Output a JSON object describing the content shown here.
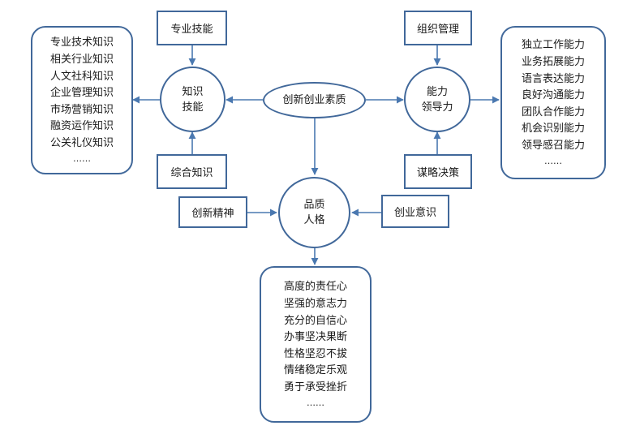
{
  "center": {
    "label": "创新创业素质"
  },
  "knowledge_skill": {
    "line1": "知识",
    "line2": "技能"
  },
  "leadership": {
    "line1": "能力",
    "line2": "领导力"
  },
  "quality": {
    "line1": "品质",
    "line2": "人格"
  },
  "inputs": {
    "professional_skill": "专业技能",
    "comprehensive_knowledge": "综合知识",
    "org_management": "组织管理",
    "strategic_decision": "谋略决策",
    "innovation_spirit": "创新精神",
    "entrepreneurial_awareness": "创业意识"
  },
  "knowledge_list": [
    "专业技术知识",
    "相关行业知识",
    "人文社科知识",
    "企业管理知识",
    "市场营销知识",
    "融资运作知识",
    "公关礼仪知识",
    "……"
  ],
  "ability_list": [
    "独立工作能力",
    "业务拓展能力",
    "语言表达能力",
    "良好沟通能力",
    "团队合作能力",
    "机会识别能力",
    "领导感召能力",
    "……"
  ],
  "personality_list": [
    "高度的责任心",
    "坚强的意志力",
    "充分的自信心",
    "办事坚决果断",
    "性格坚忍不拔",
    "情绪稳定乐观",
    "勇于承受挫折",
    "……"
  ]
}
